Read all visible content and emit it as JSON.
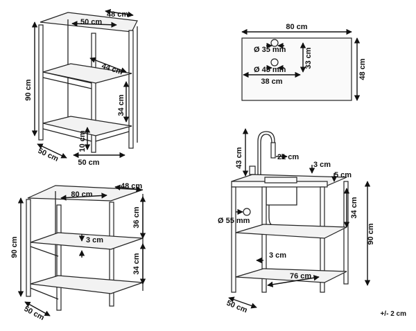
{
  "labels": {
    "s_depth": "48 cm",
    "s_width_top": "50 cm",
    "s_height": "90 cm",
    "s_shelf_depth": "44 cm",
    "s_gap": "34 cm",
    "s_bottom": "10 cm",
    "s_depth_bottom": "50 cm",
    "s_width_bottom": "50 cm",
    "c_width": "80 cm",
    "c_hole1": "Ø 35 mm",
    "c_hole2": "Ø 45 mm",
    "c_hole_v": "33 cm",
    "c_hole_h": "38 cm",
    "c_depth": "48 cm",
    "b_width": "80 cm",
    "b_depth": "48 cm",
    "b_upper_gap": "36 cm",
    "b_shelf": "3 cm",
    "b_lower_gap": "34 cm",
    "b_height": "90 cm",
    "b_depth_bottom": "50 cm",
    "k_faucet": "43 cm",
    "k_spout": "21 cm",
    "k_top": "3 cm",
    "k_edge": "5 cm",
    "k_drain": "Ø 55 mm",
    "k_gap": "34 cm",
    "k_height": "90 cm",
    "k_shelf": "3 cm",
    "k_inner": "76 cm",
    "k_depth": "50 cm",
    "tolerance": "+/- 2 cm"
  }
}
